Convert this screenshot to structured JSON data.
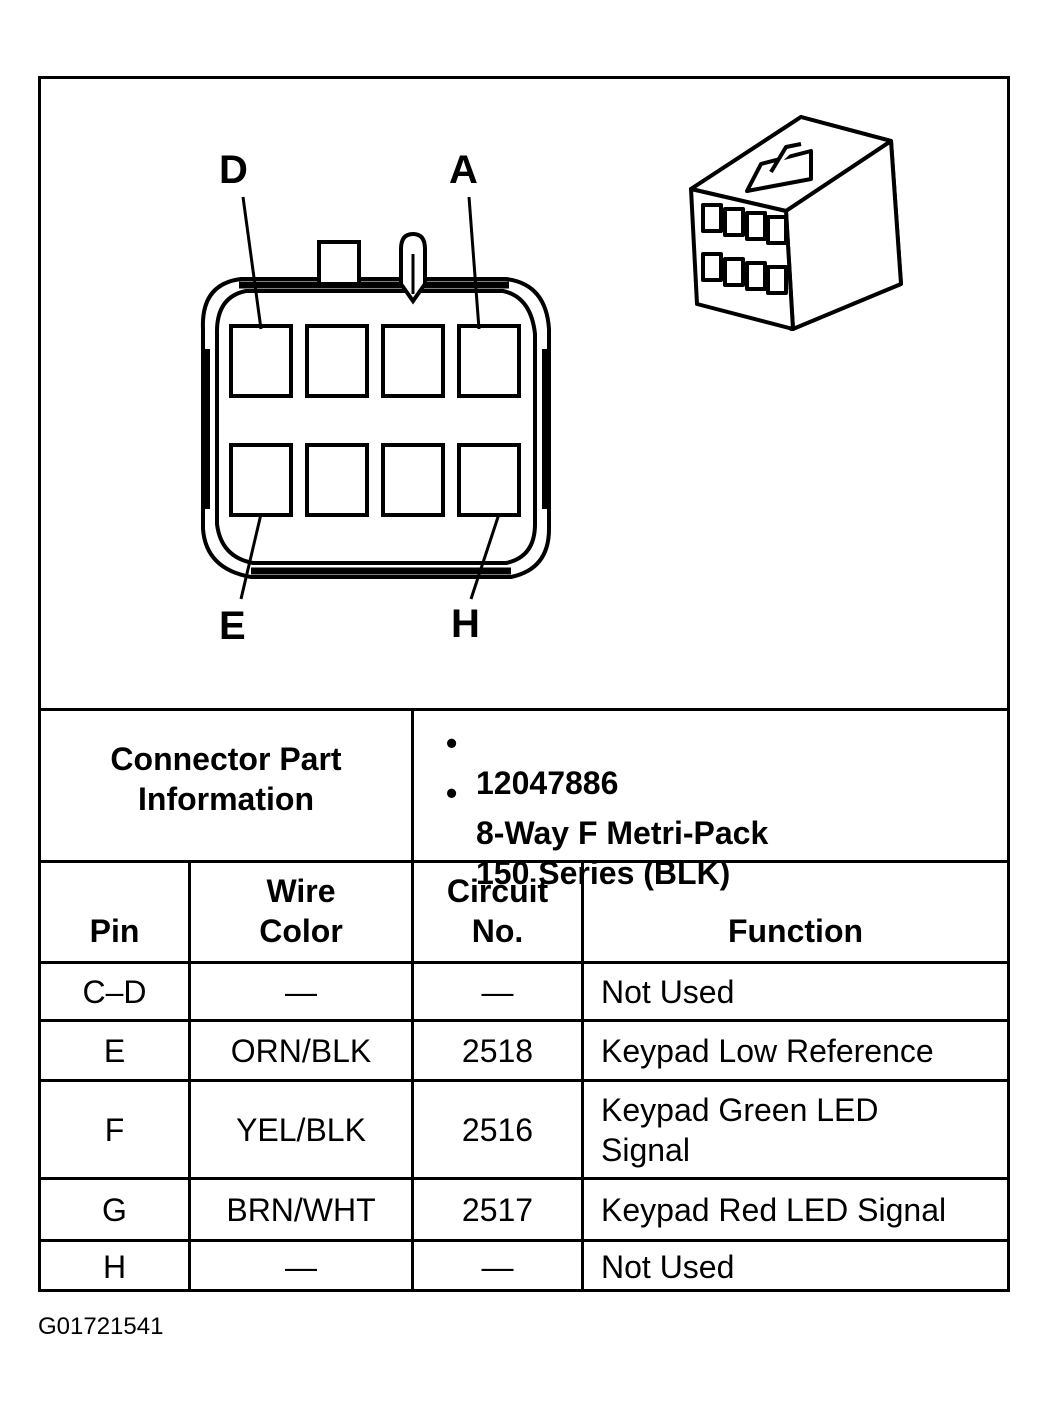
{
  "diagram": {
    "pin_labels": {
      "top_left": "D",
      "top_right": "A",
      "bottom_left": "E",
      "bottom_right": "H"
    }
  },
  "connector_info": {
    "label": "Connector Part\nInformation",
    "items": [
      "12047886",
      "8-Way F Metri-Pack\n150 Series (BLK)"
    ]
  },
  "table": {
    "headers": {
      "pin": "Pin",
      "wire_color": "Wire\nColor",
      "circuit_no": "Circuit\nNo.",
      "function": "Function"
    },
    "rows": [
      {
        "pin": "C–D",
        "wire_color": "—",
        "circuit_no": "—",
        "function": "Not Used"
      },
      {
        "pin": "E",
        "wire_color": "ORN/BLK",
        "circuit_no": "2518",
        "function": "Keypad Low Reference"
      },
      {
        "pin": "F",
        "wire_color": "YEL/BLK",
        "circuit_no": "2516",
        "function": "Keypad Green LED\nSignal"
      },
      {
        "pin": "G",
        "wire_color": "BRN/WHT",
        "circuit_no": "2517",
        "function": "Keypad Red LED Signal"
      },
      {
        "pin": "H",
        "wire_color": "—",
        "circuit_no": "—",
        "function": "Not Used"
      }
    ]
  },
  "figure_id": "G01721541",
  "bullet_char": "•"
}
